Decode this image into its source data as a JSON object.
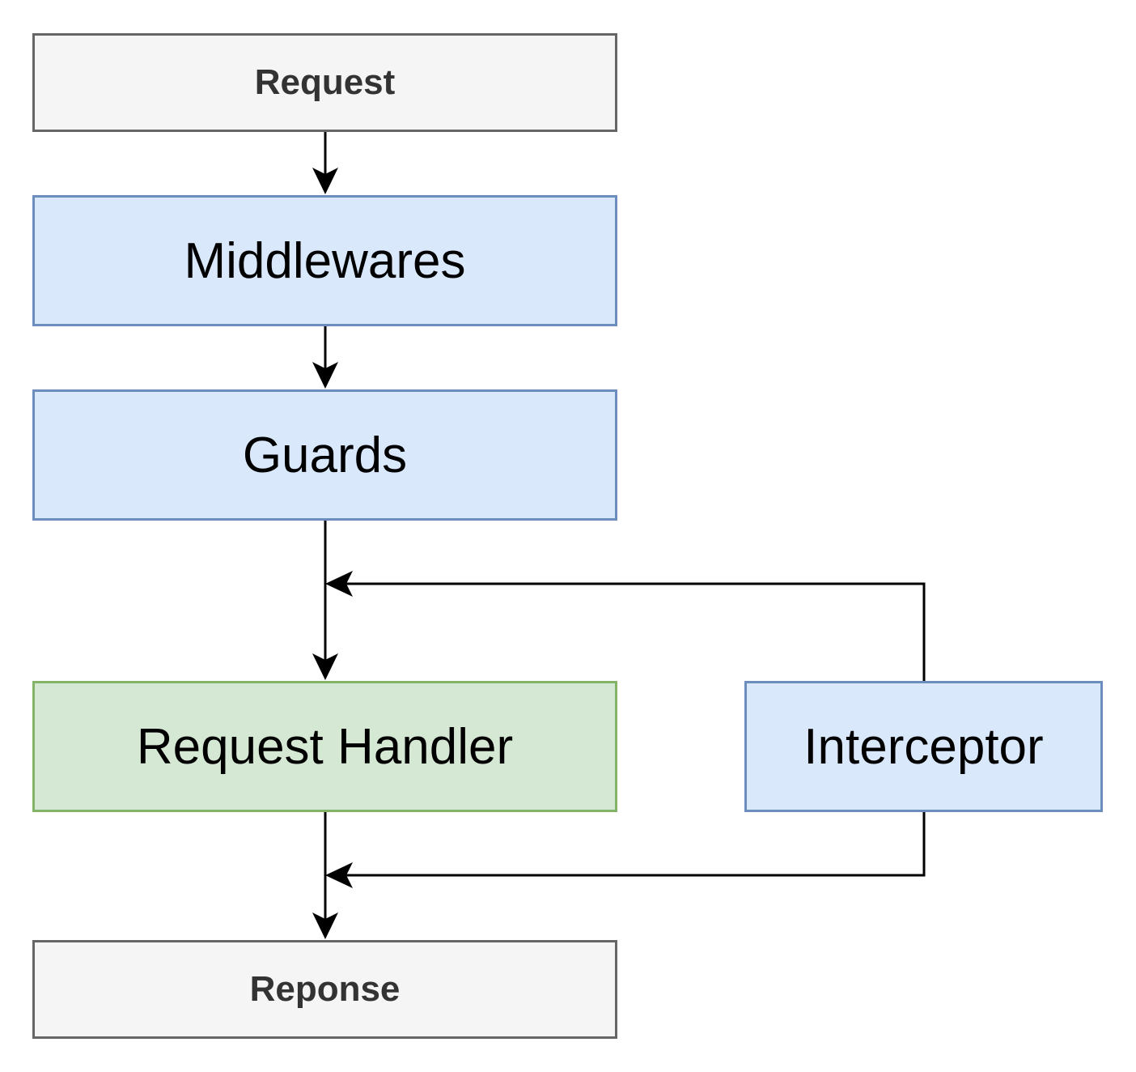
{
  "nodes": {
    "request": "Request",
    "middlewares": "Middlewares",
    "guards": "Guards",
    "request_handler": "Request Handler",
    "interceptor": "Interceptor",
    "response": "Reponse"
  },
  "colors": {
    "terminal_fill": "#f5f5f5",
    "terminal_stroke": "#666666",
    "terminal_text": "#333333",
    "step_fill": "#dae8fc",
    "step_stroke": "#6c8ebf",
    "handler_fill": "#d5e8d4",
    "handler_stroke": "#82b366",
    "edge": "#000000"
  },
  "edges": [
    {
      "from": "request",
      "to": "middlewares"
    },
    {
      "from": "middlewares",
      "to": "guards"
    },
    {
      "from": "guards",
      "to": "request_handler"
    },
    {
      "from": "interceptor",
      "to": "guards-to-request_handler edge"
    },
    {
      "from": "request_handler",
      "to": "response"
    },
    {
      "from": "interceptor",
      "to": "request_handler-to-response edge"
    }
  ]
}
